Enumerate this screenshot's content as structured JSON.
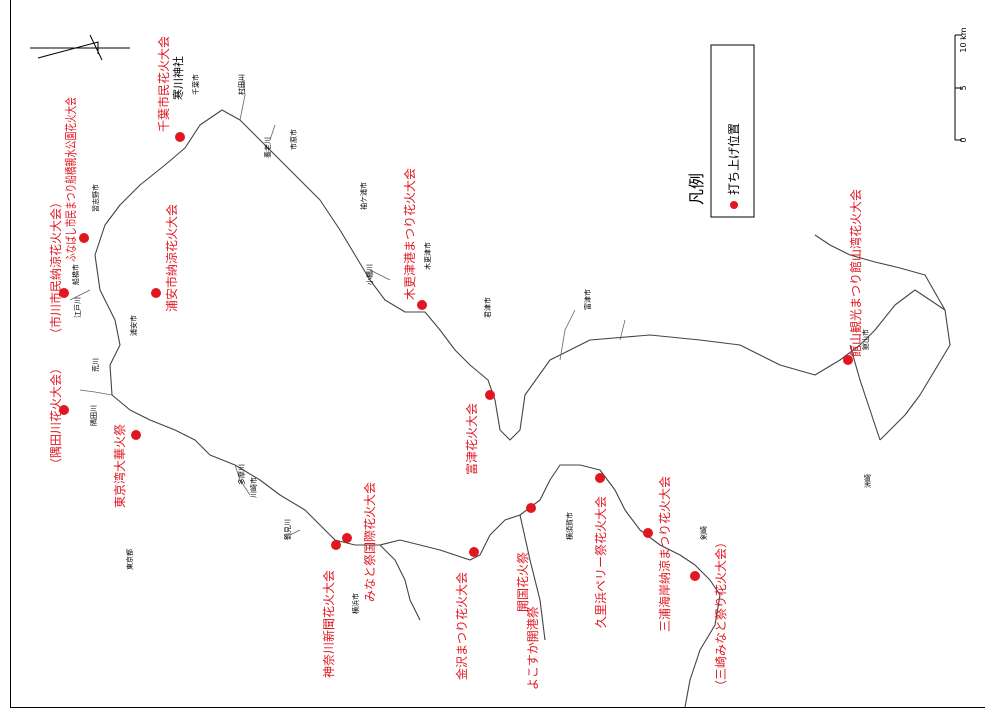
{
  "legend": {
    "title": "凡例",
    "entry": "打ち上げ位置",
    "dot_color": "#e01720"
  },
  "scale_bar": {
    "labels": [
      "10 km",
      "5",
      "0"
    ]
  },
  "north_arrow": {
    "icon": "north-arrow-icon"
  },
  "events": [
    {
      "id": "chiba",
      "label": "千葉市民花火大会"
    },
    {
      "id": "funabashi",
      "label": "ふなばし市民まつり船橋親水公園花火大会"
    },
    {
      "id": "ichikawa",
      "label": "（市川市民納涼花火大会）"
    },
    {
      "id": "urayasu",
      "label": "浦安市納涼花火大会"
    },
    {
      "id": "sumida",
      "label": "（隅田川花火大会）"
    },
    {
      "id": "tokyowan",
      "label": "東京湾大華火祭"
    },
    {
      "id": "kanagawa",
      "label": "神奈川新聞花火大会"
    },
    {
      "id": "minato",
      "label": "みなと祭国際花火大会"
    },
    {
      "id": "kisarazu",
      "label": "木更津港まつり花火大会"
    },
    {
      "id": "futtsu",
      "label": "富津花火大会"
    },
    {
      "id": "kanazawa",
      "label": "金沢まつり花火大会"
    },
    {
      "id": "yokosuka",
      "label": "よこすか開港祭"
    },
    {
      "id": "kaikoku",
      "label": "開国花火祭"
    },
    {
      "id": "kurihama",
      "label": "久里浜ペリー祭花火大会"
    },
    {
      "id": "miura",
      "label": "三浦海岸納涼まつり花火大会"
    },
    {
      "id": "misaki",
      "label": "（三崎みなと祭り花火大会）"
    },
    {
      "id": "tateyama",
      "label": "館山観光まつり館山湾花火大会"
    }
  ],
  "places": {
    "chiba_city": "千葉市",
    "samukawa": "寒川神社",
    "murata": "村田川",
    "yoro": "養老川",
    "ichihara": "市原市",
    "sodegaura": "袖ケ浦市",
    "narashino": "習志野市",
    "funabashi": "船橋市",
    "edogawa": "江戸川",
    "urayasu": "浦安市",
    "arakawa": "荒川",
    "sumidagawa": "隅田川",
    "tamagawa": "多摩川",
    "kawasaki": "川崎市",
    "tsurumi": "鶴見川",
    "tokyo": "東京都",
    "yokohama": "横浜市",
    "obitsu": "小櫃川",
    "kisarazu": "木更津市",
    "kimitsu": "君津市",
    "futtsu": "富津市",
    "yokosuka": "横須賀市",
    "tsurugisaki": "剣崎",
    "tateyama": "館山市",
    "suzaki": "洲崎"
  }
}
